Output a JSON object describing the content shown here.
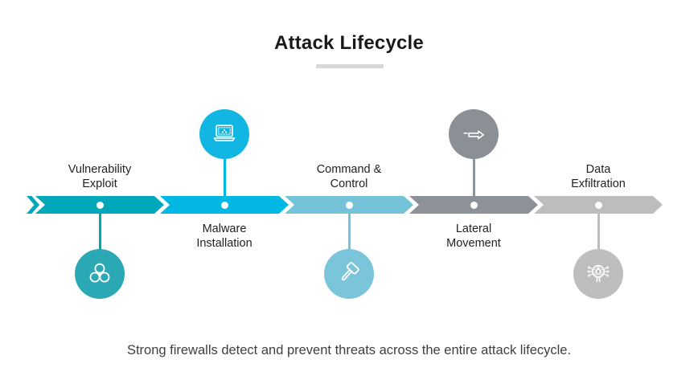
{
  "title": "Attack Lifecycle",
  "caption": "Strong firewalls detect and prevent threats across the entire attack lifecycle.",
  "decoration": {
    "title_underline_color": "#D8D8D8"
  },
  "stages": [
    {
      "name": "Vulnerability Exploit",
      "lines": [
        "Vulnerability",
        "Exploit"
      ],
      "icon": "biohazard-icon",
      "icon_position": "below",
      "segment_color": "#00A8BA",
      "circle_color": "#2AA9B4"
    },
    {
      "name": "Malware Installation",
      "lines": [
        "Malware",
        "Installation"
      ],
      "icon": "laptop-malware-icon",
      "icon_position": "above",
      "segment_color": "#00B8E3",
      "circle_color": "#12B6E2"
    },
    {
      "name": "Command & Control",
      "lines": [
        "Command &",
        "Control"
      ],
      "icon": "gavel-icon",
      "icon_position": "below",
      "segment_color": "#74C3D9",
      "circle_color": "#7AC5DA"
    },
    {
      "name": "Lateral Movement",
      "lines": [
        "Lateral",
        "Movement"
      ],
      "icon": "arrow-right-icon",
      "icon_position": "above",
      "segment_color": "#8C9298",
      "circle_color": "#8A9096"
    },
    {
      "name": "Data Exfiltration",
      "lines": [
        "Data",
        "Exfiltration"
      ],
      "icon": "bug-scan-icon",
      "icon_position": "below",
      "segment_color": "#BBBDBF",
      "circle_color": "#BDBEC0"
    }
  ]
}
